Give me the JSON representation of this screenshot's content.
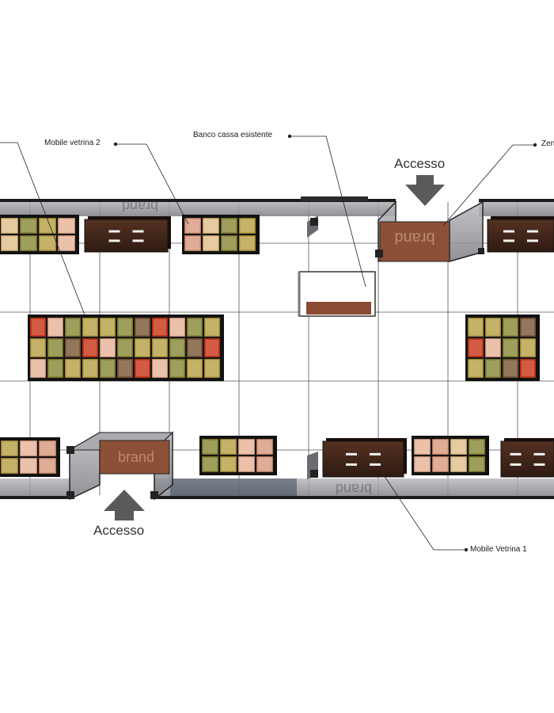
{
  "labels": {
    "mobile_vetrina_2": "Mobile vetrina 2",
    "banco_cassa": "Banco cassa esistente",
    "zen_partial": "Zen",
    "mobile_vetrina_1": "Mobile Vetrina 1"
  },
  "entrances": {
    "top_label": "Accesso",
    "bottom_label": "Accesso"
  },
  "signage": {
    "brand": "brand"
  },
  "colors": {
    "wall": "#1c1c1c",
    "wood": "#3d2419",
    "counter_accent": "#8b4a32",
    "brand_panel": "#8c5036",
    "glass": "#9a9aa0",
    "arrow": "#5a5a5a",
    "grid": "#555555",
    "product_red": "#c9371c",
    "product_olive": "#8a8a3a",
    "product_ochre": "#b8a248",
    "product_peach": "#e8b49a",
    "product_brown": "#7a5a3a"
  }
}
